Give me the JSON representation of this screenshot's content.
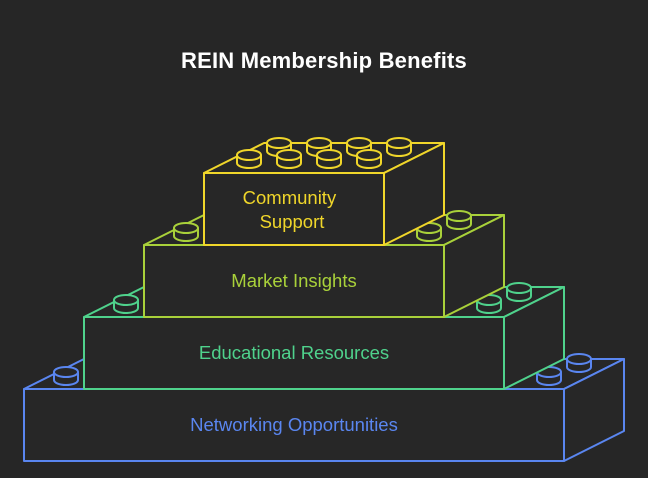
{
  "title": "REIN Membership Benefits",
  "colors": {
    "background": "#262626",
    "face": "#272727",
    "networking": "#5a86f0",
    "educational": "#4fd28c",
    "market": "#a9d13a",
    "community": "#f0d62a"
  },
  "blocks": [
    {
      "id": "community",
      "lines": [
        "Community",
        "Support"
      ]
    },
    {
      "id": "market",
      "lines": [
        "Market Insights"
      ]
    },
    {
      "id": "educational",
      "lines": [
        "Educational Resources"
      ]
    },
    {
      "id": "networking",
      "lines": [
        "Networking Opportunities"
      ]
    }
  ]
}
